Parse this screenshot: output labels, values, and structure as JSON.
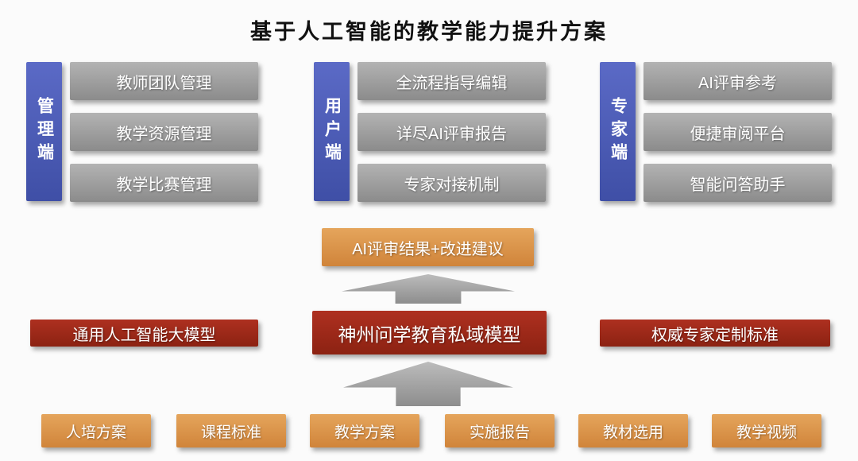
{
  "title": "基于人工智能的教学能力提升方案",
  "columns": [
    {
      "side_label": "管理端",
      "items": [
        "教师团队管理",
        "教学资源管理",
        "教学比赛管理"
      ]
    },
    {
      "side_label": "用户端",
      "items": [
        "全流程指导编辑",
        "详尽AI评审报告",
        "专家对接机制"
      ]
    },
    {
      "side_label": "专家端",
      "items": [
        "AI评审参考",
        "便捷审阅平台",
        "智能问答助手"
      ]
    }
  ],
  "output_box": {
    "label": "AI评审结果+改进建议"
  },
  "model_row": {
    "left": "通用人工智能大模型",
    "center": "神州问学教育私域模型",
    "right": "权威专家定制标准"
  },
  "inputs": [
    "人培方案",
    "课程标准",
    "教学方案",
    "实施报告",
    "教材选用",
    "教学视频"
  ],
  "icons": {
    "up_arrow": "block-up-arrow"
  },
  "colors": {
    "blue": "#4d5cbe",
    "gray": "#9a9a9a",
    "orange": "#dd954a",
    "dark_red": "#9e2817",
    "arrow_gray": "#9b9b9b",
    "background": "#fbfbfb"
  }
}
